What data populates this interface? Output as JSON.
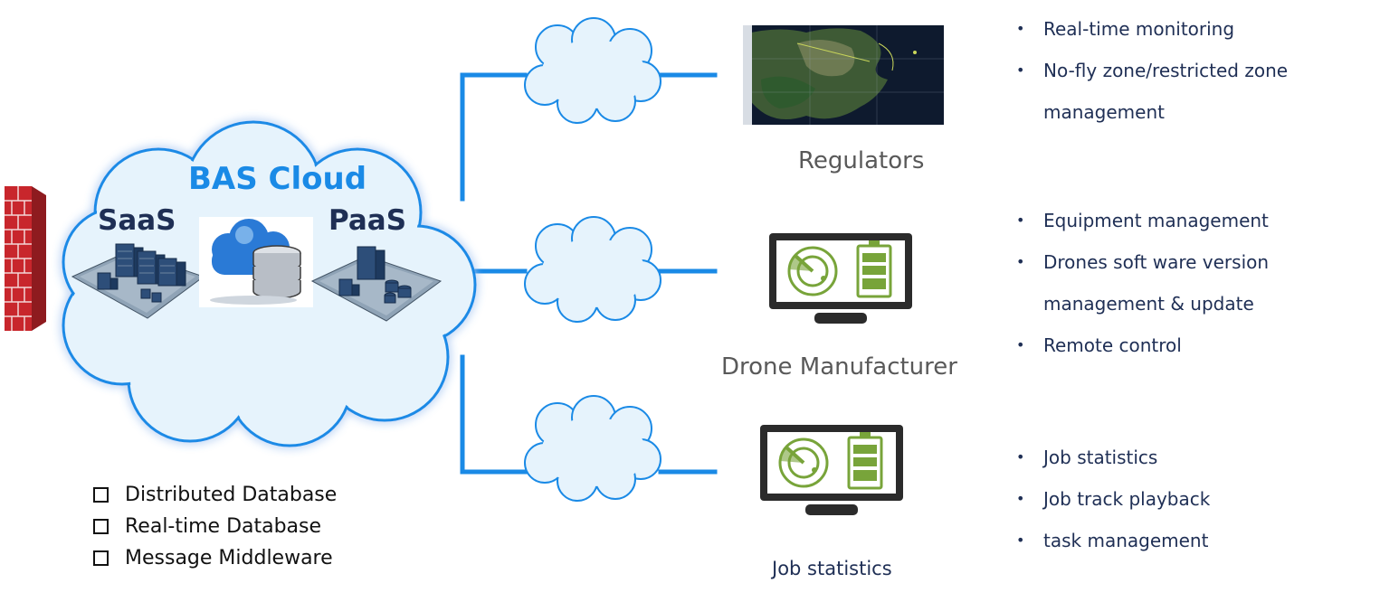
{
  "cloud": {
    "title": "BAS Cloud",
    "left_label": "SaaS",
    "right_label": "PaaS"
  },
  "components": [
    "Distributed Database",
    "Real-time Database",
    "Message Middleware"
  ],
  "nodes": [
    {
      "label": "Regulators",
      "features": [
        "Real-time monitoring",
        "No-fly zone/restricted zone management"
      ]
    },
    {
      "label": "Drone Manufacturer",
      "features": [
        "Equipment management",
        "Drones soft ware version management & update",
        "Remote control"
      ]
    },
    {
      "label": "Job statistics",
      "features": [
        "Job statistics",
        "Job track playback",
        "task management"
      ]
    }
  ],
  "colors": {
    "link": "#1a8ae6",
    "cloud_fill": "#e6f3fc",
    "cloud_stroke": "#1a8ae6",
    "firewall": "#c8262c",
    "monitor_green": "#78a43a",
    "text_dark": "#1f2f55"
  }
}
